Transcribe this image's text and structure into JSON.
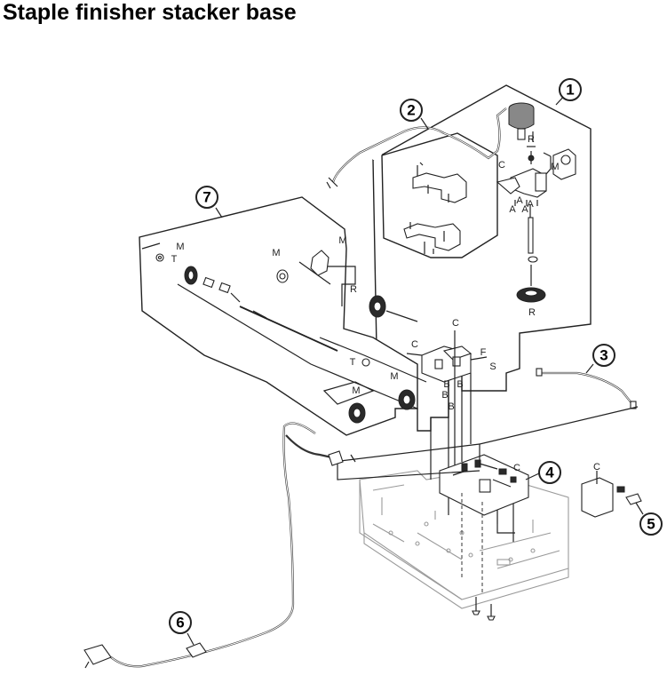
{
  "title": "Staple finisher stacker base",
  "callouts": [
    "1",
    "2",
    "3",
    "4",
    "5",
    "6",
    "7"
  ],
  "labels": {
    "M": "M",
    "T": "T",
    "R": "R",
    "A": "A",
    "B": "B",
    "C": "C",
    "F": "F",
    "S": "S"
  }
}
